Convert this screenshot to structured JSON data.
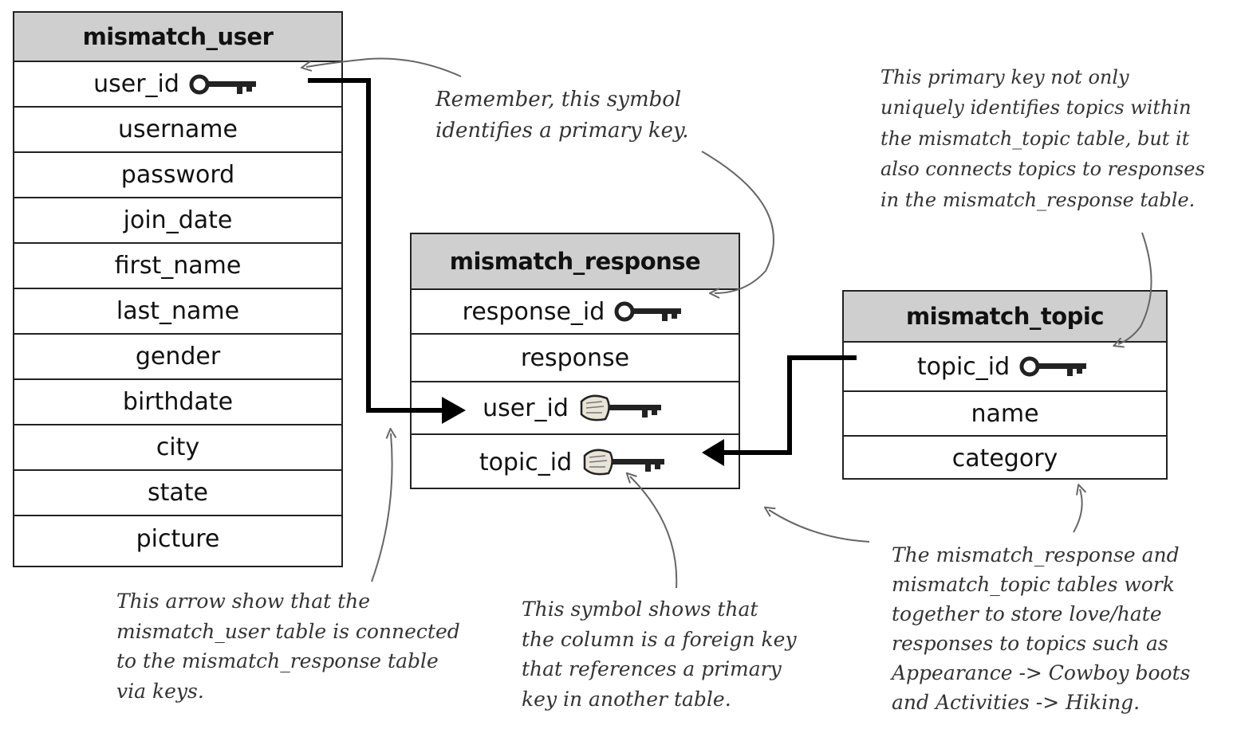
{
  "tables": {
    "mismatch_user": {
      "title": "mismatch_user",
      "rows": [
        "user_id",
        "username",
        "password",
        "join_date",
        "first_name",
        "last_name",
        "gender",
        "birthdate",
        "city",
        "state",
        "picture"
      ]
    },
    "mismatch_response": {
      "title": "mismatch_response",
      "rows": [
        "response_id",
        "response",
        "user_id",
        "topic_id"
      ]
    },
    "mismatch_topic": {
      "title": "mismatch_topic",
      "rows": [
        "topic_id",
        "name",
        "category"
      ]
    }
  },
  "notes": {
    "primary_key_symbol": "Remember, this symbol\nidentifies a primary key.",
    "topic_primary_key": "This primary key not only\nuniquely identifies topics within\nthe mismatch_topic table, but it\nalso connects topics to responses\nin the mismatch_response table.",
    "arrow_meaning": "This arrow show that the\nmismatch_user table is connected\nto the mismatch_response table\nvia keys.",
    "foreign_key_symbol": "This symbol shows that\nthe column is a foreign key\nthat references a primary\nkey in another table.",
    "tables_work_together": "The mismatch_response and\nmismatch_topic tables work\ntogether to store love/hate\nresponses to topics such as\nAppearance -> Cowboy boots\nand Activities -> Hiking."
  }
}
